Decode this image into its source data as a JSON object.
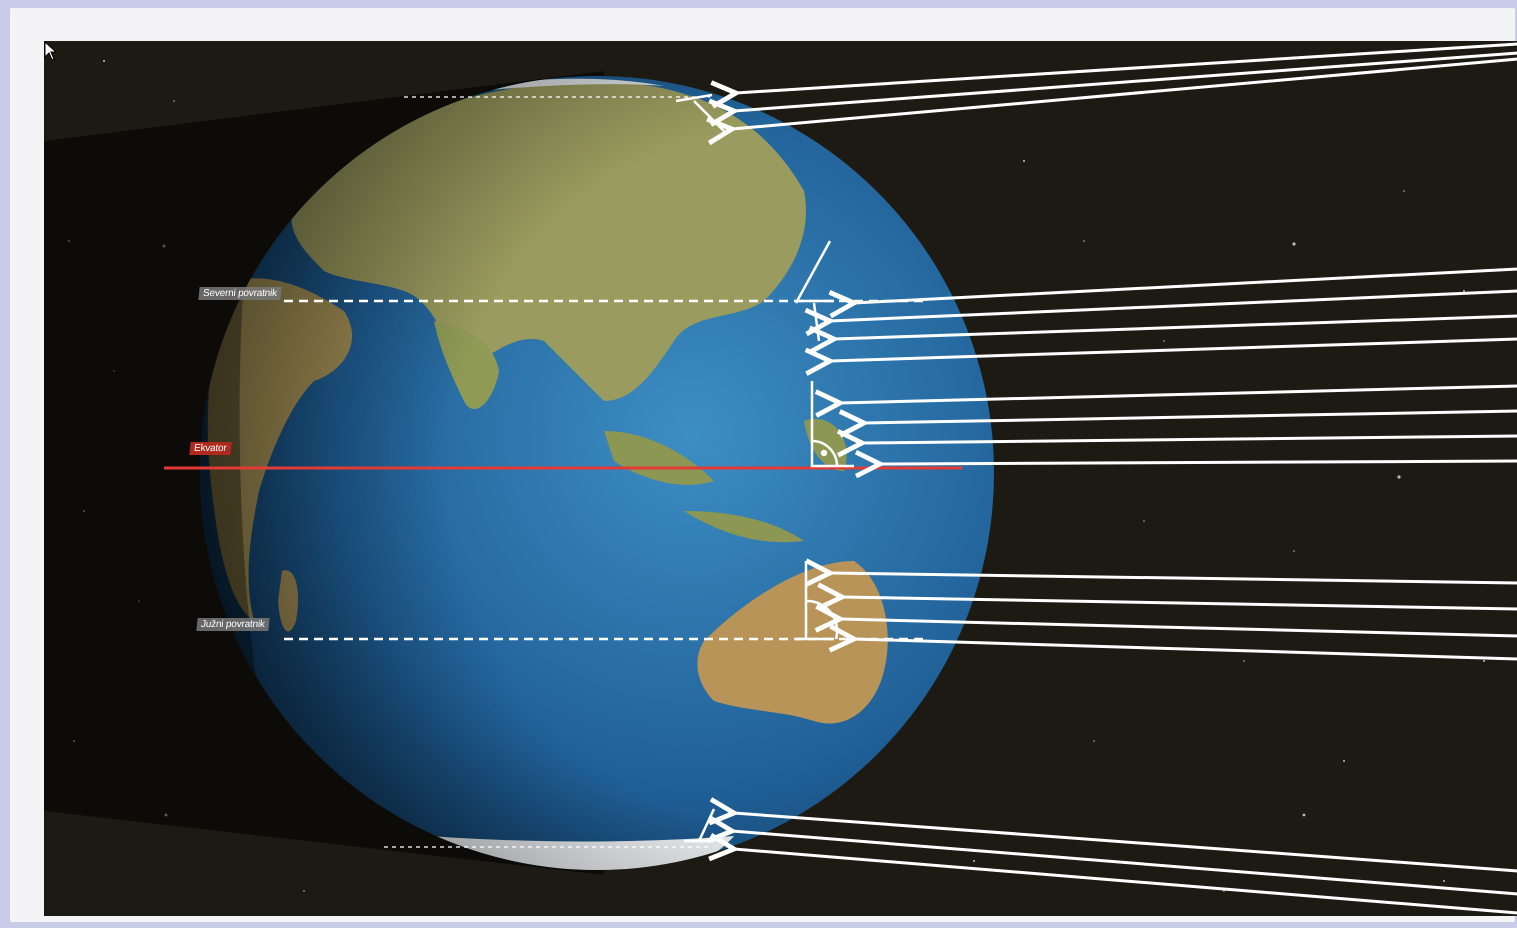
{
  "labels": {
    "tropic_north": "Severni povratnik",
    "equator": "Ekvator",
    "tropic_south": "Južni povratnik"
  },
  "colors": {
    "space": "#1c1a12",
    "ocean": "#2a6fa6",
    "land": "#9a9a5a",
    "equator_line": "#e23a35",
    "rays": "#ffffff"
  },
  "icons": {
    "cursor": "mouse-pointer-icon"
  }
}
